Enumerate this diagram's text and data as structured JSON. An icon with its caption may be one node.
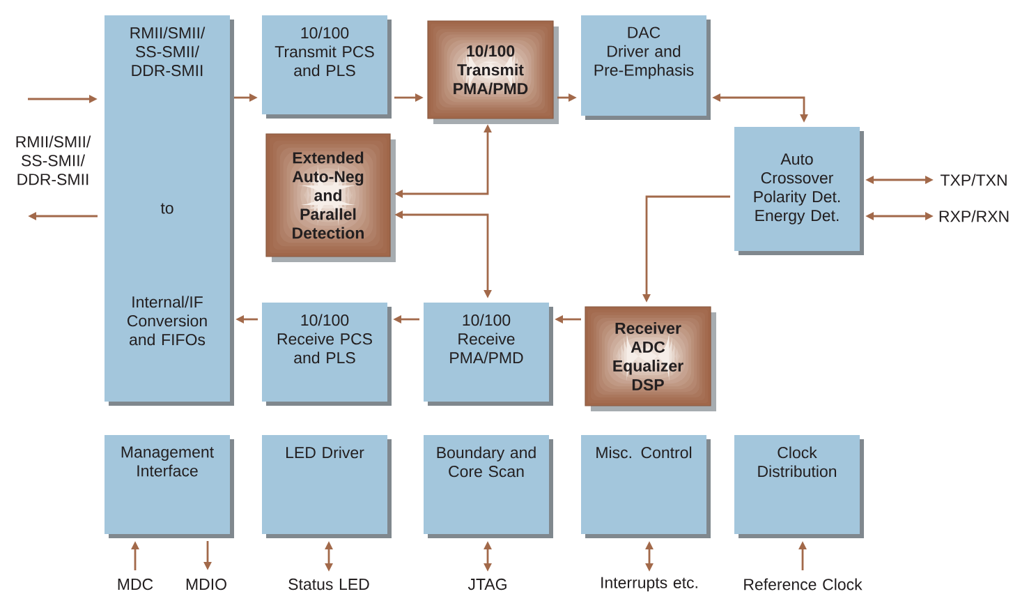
{
  "diagram": {
    "nodes": [
      {
        "text": [
          "RMII/SMII/ SS-SMII/ DDR-SMII",
          "to",
          "Internal/IF Conversion and FIFOs"
        ]
      },
      {
        "text": [
          "10/100 Transmit PCS and PLS"
        ]
      },
      {
        "text": [
          "10/100 Transmit PMA/PMD"
        ]
      },
      {
        "text": [
          "DAC Driver and Pre-Emphasis"
        ]
      },
      {
        "text": [
          "Extended Auto-Neg and Parallel Detection"
        ]
      },
      {
        "text": [
          "Auto Crossover Polarity Det. Energy Det."
        ]
      },
      {
        "text": [
          "10/100 Receive PCS and PLS"
        ]
      },
      {
        "text": [
          "10/100 Receive PMA/PMD"
        ]
      },
      {
        "text": [
          "Receiver ADC Equalizer DSP"
        ]
      },
      {
        "text": [
          "Management Interface"
        ]
      },
      {
        "text": [
          "LED Driver"
        ]
      },
      {
        "text": [
          "Boundary and Core Scan"
        ]
      },
      {
        "text": [
          "Misc. Control"
        ]
      },
      {
        "text": [
          "Clock Distribution"
        ]
      },
      {
        "text": [
          "TXP/TXN"
        ]
      },
      {
        "text": [
          "RXP/RXN"
        ]
      },
      {
        "text": [
          "MDC"
        ]
      },
      {
        "text": [
          "MDIO"
        ]
      },
      {
        "text": [
          "Status LED"
        ]
      },
      {
        "text": [
          "JTAG"
        ]
      },
      {
        "text": [
          "Interrupts etc."
        ]
      },
      {
        "text": [
          "Reference Clock"
        ]
      }
    ],
    "edges": [
      {
        "from": null,
        "to": 0,
        "arrow": "to"
      },
      {
        "from": 0,
        "to": null,
        "arrow": "to"
      },
      {
        "from": 0,
        "to": 1,
        "arrow": "to"
      },
      {
        "from": 1,
        "to": 2,
        "arrow": "to"
      },
      {
        "from": 2,
        "to": 3,
        "arrow": "to"
      },
      {
        "from": 3,
        "to": 5,
        "arrow": "both"
      },
      {
        "from": 2,
        "to": 4,
        "arrow": "both"
      },
      {
        "from": 4,
        "to": 7,
        "arrow": "both"
      },
      {
        "from": 5,
        "to": 8,
        "arrow": "to"
      },
      {
        "from": 8,
        "to": 7,
        "arrow": "to"
      },
      {
        "from": 7,
        "to": 6,
        "arrow": "to"
      },
      {
        "from": 6,
        "to": 0,
        "arrow": "to"
      },
      {
        "from": 5,
        "to": 14,
        "arrow": "both"
      },
      {
        "from": 5,
        "to": 15,
        "arrow": "both"
      },
      {
        "from": 16,
        "to": 9,
        "arrow": "to"
      },
      {
        "from": 9,
        "to": 17,
        "arrow": "to"
      },
      {
        "from": 10,
        "to": 18,
        "arrow": "both"
      },
      {
        "from": 11,
        "to": 19,
        "arrow": "both"
      },
      {
        "from": 12,
        "to": 20,
        "arrow": "both"
      },
      {
        "from": 21,
        "to": 13,
        "arrow": "to"
      }
    ],
    "labels": [
      "RMII/SMII/ SS-SMII/ DDR-SMII"
    ]
  }
}
